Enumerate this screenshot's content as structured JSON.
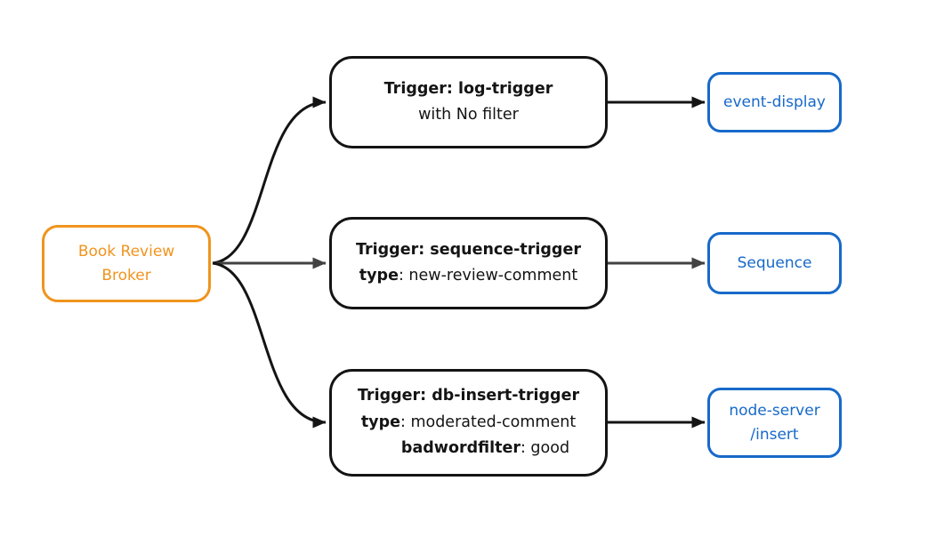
{
  "colors": {
    "background": "#FFFFFF",
    "orange": "#F0941E",
    "blue": "#1769C9",
    "ink": "#141414",
    "gray": "#424242"
  },
  "broker": {
    "line1": "Book Review",
    "line2": "Broker"
  },
  "triggers": [
    {
      "name": "log-trigger",
      "title": "Trigger: log-trigger",
      "subtitle": "with No filter"
    },
    {
      "name": "sequence-trigger",
      "title": "Trigger: sequence-trigger",
      "attrs": [
        {
          "key": "type",
          "value": ": new-review-comment"
        }
      ]
    },
    {
      "name": "db-insert-trigger",
      "title": "Trigger: db-insert-trigger",
      "attrs": [
        {
          "key": "type",
          "value": ": moderated-comment"
        },
        {
          "key": "badwordfilter",
          "value": ": good"
        }
      ]
    }
  ],
  "outputs": [
    {
      "label": "event-display"
    },
    {
      "label": "Sequence"
    },
    {
      "line1": "node-server",
      "line2": "/insert"
    }
  ],
  "edges": [
    {
      "from": "broker",
      "to": "log-trigger",
      "color": "black"
    },
    {
      "from": "broker",
      "to": "sequence-trigger",
      "color": "gray"
    },
    {
      "from": "broker",
      "to": "db-insert-trigger",
      "color": "black"
    },
    {
      "from": "log-trigger",
      "to": "event-display",
      "color": "black"
    },
    {
      "from": "sequence-trigger",
      "to": "Sequence",
      "color": "gray"
    },
    {
      "from": "db-insert-trigger",
      "to": "node-server/insert",
      "color": "black"
    }
  ]
}
